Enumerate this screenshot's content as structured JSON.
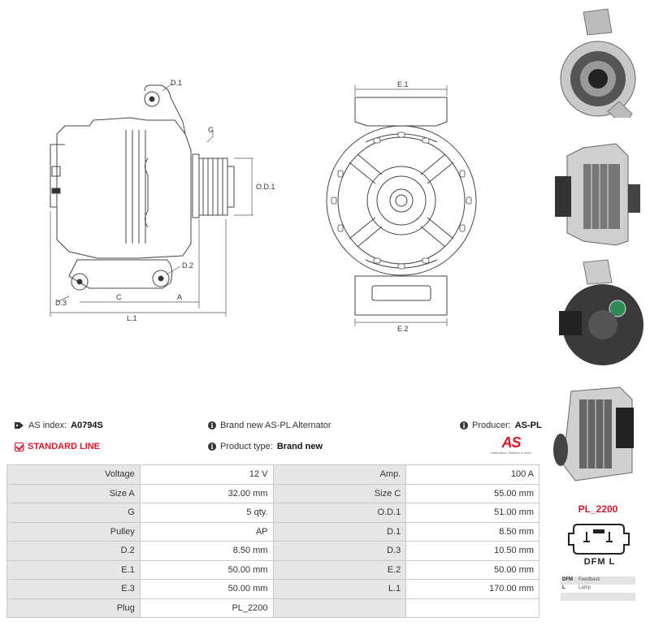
{
  "drawing": {
    "labels": {
      "d1": "D.1",
      "g": "G",
      "od1": "O.D.1",
      "d2": "D.2",
      "d3": "D.3",
      "c": "C",
      "a": "A",
      "l1": "L.1",
      "e1": "E.1",
      "e2": "E.2"
    }
  },
  "info": {
    "as_index_label": "AS index:",
    "as_index_value": "A0794S",
    "description": "Brand new AS-PL Alternator",
    "producer_label": "Producer:",
    "producer_value": "AS-PL",
    "standard_line": "STANDARD LINE",
    "product_type_label": "Product type:",
    "product_type_value": "Brand new"
  },
  "logo": {
    "text": "AS",
    "subtitle": "Alternators, Starters & more"
  },
  "specs": [
    [
      "Voltage",
      "12 V",
      "Amp.",
      "100 A"
    ],
    [
      "Size A",
      "32.00 mm",
      "Size C",
      "55.00 mm"
    ],
    [
      "G",
      "5 qty.",
      "O.D.1",
      "51.00 mm"
    ],
    [
      "Pulley",
      "AP",
      "D.1",
      "8.50 mm"
    ],
    [
      "D.2",
      "8.50 mm",
      "D.3",
      "10.50 mm"
    ],
    [
      "E.1",
      "50.00 mm",
      "E.2",
      "50.00 mm"
    ],
    [
      "E.3",
      "50.00 mm",
      "L.1",
      "170.00 mm"
    ],
    [
      "Plug",
      "PL_2200",
      "",
      ""
    ]
  ],
  "plug": {
    "name": "PL_2200",
    "pins": "DFM  L",
    "legend": [
      {
        "key": "DFM",
        "desc": "Feedback"
      },
      {
        "key": "L",
        "desc": "Lamp"
      },
      {
        "key": "",
        "desc": ""
      },
      {
        "key": "",
        "desc": ""
      }
    ]
  },
  "colors": {
    "accent": "#e0162b",
    "label_bg": "#e6e6e6",
    "border": "#c9c9c9"
  },
  "icons": [
    "tag-icon",
    "info-icon",
    "check-icon"
  ]
}
